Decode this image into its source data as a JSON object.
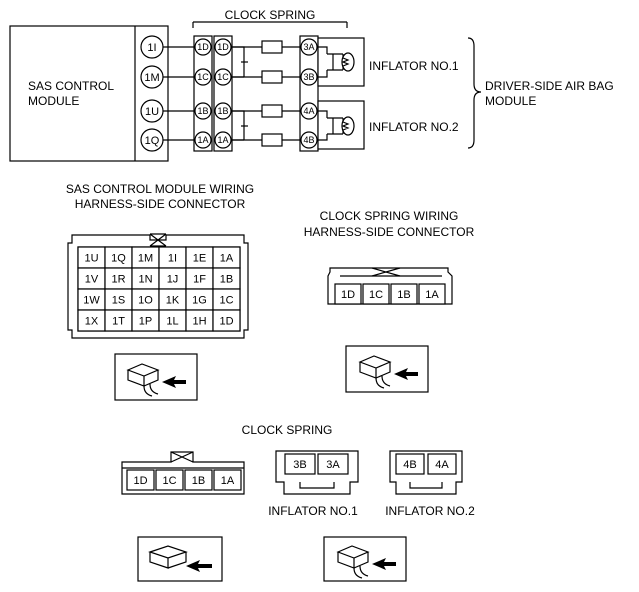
{
  "schematic": {
    "clock_spring_title": "CLOCK SPRING",
    "sas_module_line1": "SAS CONTROL",
    "sas_module_line2": "MODULE",
    "sas_pins": [
      "1I",
      "1M",
      "1U",
      "1Q"
    ],
    "clock_spring_pins_left": [
      "1D",
      "1C",
      "1B",
      "1A"
    ],
    "clock_spring_pins_right": [
      "1D",
      "1C",
      "1B",
      "1A"
    ],
    "inflator_pins": [
      "3A",
      "3B",
      "4A",
      "4B"
    ],
    "inflator1_label": "INFLATOR NO.1",
    "inflator2_label": "INFLATOR NO.2",
    "driver_airbag_line1": "DRIVER-SIDE AIR BAG",
    "driver_airbag_line2": "MODULE"
  },
  "sas_connector": {
    "title_line1": "SAS CONTROL MODULE WIRING",
    "title_line2": "HARNESS-SIDE CONNECTOR",
    "rows": [
      [
        "1U",
        "1Q",
        "1M",
        "1I",
        "1E",
        "1A"
      ],
      [
        "1V",
        "1R",
        "1N",
        "1J",
        "1F",
        "1B"
      ],
      [
        "1W",
        "1S",
        "1O",
        "1K",
        "1G",
        "1C"
      ],
      [
        "1X",
        "1T",
        "1P",
        "1L",
        "1H",
        "1D"
      ]
    ]
  },
  "clock_spring_connector": {
    "title_line1": "CLOCK SPRING WIRING",
    "title_line2": "HARNESS-SIDE CONNECTOR",
    "pins": [
      "1D",
      "1C",
      "1B",
      "1A"
    ]
  },
  "clock_spring_part": {
    "title": "CLOCK SPRING",
    "pins": [
      "1D",
      "1C",
      "1B",
      "1A"
    ]
  },
  "inflator1_connector": {
    "pins": [
      "3B",
      "3A"
    ],
    "label": "INFLATOR NO.1"
  },
  "inflator2_connector": {
    "pins": [
      "4B",
      "4A"
    ],
    "label": "INFLATOR NO.2"
  }
}
